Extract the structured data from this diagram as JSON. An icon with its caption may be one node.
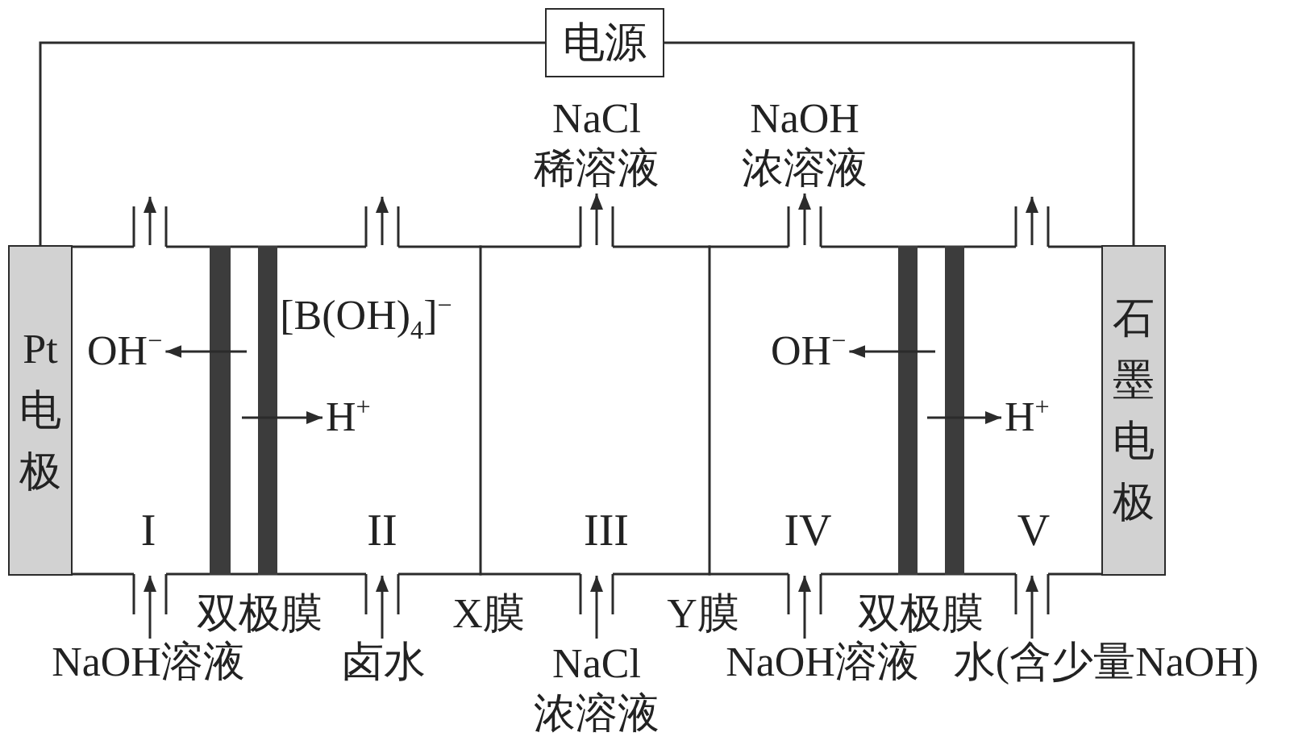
{
  "diagram": {
    "nodes": [
      {
        "text": [
          "电源"
        ]
      },
      {
        "text": [
          "NaCl 稀溶液"
        ]
      },
      {
        "text": [
          "NaOH 浓溶液"
        ]
      },
      {
        "text": [
          "Pt电极"
        ]
      },
      {
        "text": [
          "I"
        ]
      },
      {
        "text": [
          "OH$^{−}$"
        ],
        "in": 4
      },
      {
        "text": [
          "II"
        ]
      },
      {
        "text": [
          "H$^{+}$"
        ],
        "in": 6
      },
      {
        "text": [
          "III"
        ]
      },
      {
        "text": [
          "IV"
        ]
      },
      {
        "text": [
          "OH$^{−}$"
        ],
        "in": 9
      },
      {
        "text": [
          "V"
        ]
      },
      {
        "text": [
          "H$^{+}$"
        ],
        "in": 11
      },
      {
        "text": [
          "石墨电极"
        ]
      },
      {
        "text": [
          "NaOH溶液"
        ]
      },
      {
        "text": [
          "卤水"
        ]
      },
      {
        "text": [
          "NaCl 浓溶液"
        ]
      },
      {
        "text": [
          "NaOH溶液"
        ]
      },
      {
        "text": [
          "水(含少量NaOH)"
        ]
      }
    ],
    "edges": [
      {
        "from": 0,
        "to": 3,
        "arrow": "none"
      },
      {
        "from": 0,
        "to": 13,
        "arrow": "none"
      },
      {
        "from": 4,
        "to": null,
        "arrow": "to"
      },
      {
        "from": 6,
        "to": null,
        "arrow": "to"
      },
      {
        "from": 8,
        "to": 1,
        "arrow": "to"
      },
      {
        "from": 9,
        "to": 2,
        "arrow": "to"
      },
      {
        "from": 11,
        "to": null,
        "arrow": "to"
      },
      {
        "from": null,
        "to": 5,
        "arrow": "to"
      },
      {
        "from": null,
        "to": 7,
        "arrow": "to"
      },
      {
        "from": null,
        "to": 10,
        "arrow": "to"
      },
      {
        "from": null,
        "to": 12,
        "arrow": "to"
      },
      {
        "from": 14,
        "to": 4,
        "arrow": "to"
      },
      {
        "from": 15,
        "to": 6,
        "arrow": "to"
      },
      {
        "from": 16,
        "to": 8,
        "arrow": "to"
      },
      {
        "from": 17,
        "to": 9,
        "arrow": "to"
      },
      {
        "from": 18,
        "to": 11,
        "arrow": "to"
      }
    ],
    "labels": [
      "[B(OH)$_{4}$]$^{−}$",
      "双极膜",
      "X膜",
      "Y膜",
      "双极膜"
    ]
  }
}
